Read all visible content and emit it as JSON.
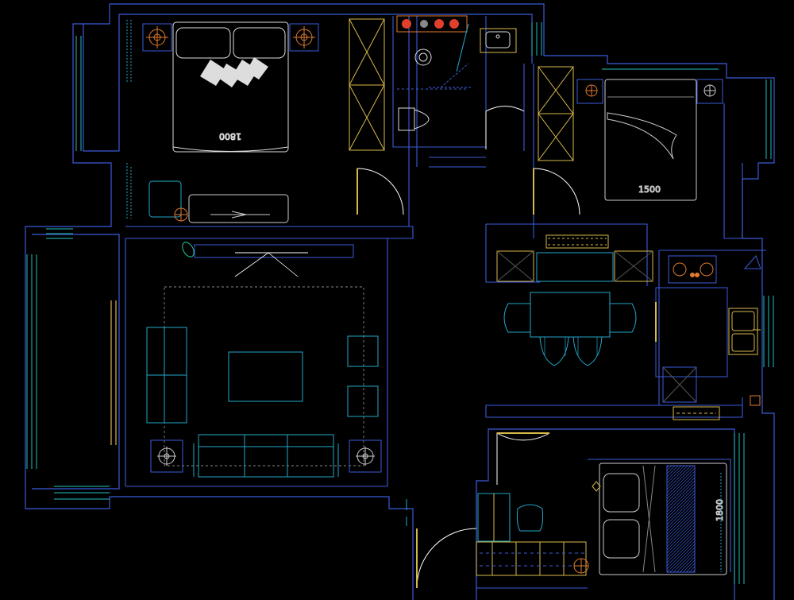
{
  "drawing": {
    "background": "#000000",
    "colors": {
      "wall": "#3b5bd9",
      "furniture": "#22a7c9",
      "cabinet": "#d8b84a",
      "appliance": "#e07a30",
      "accent_red": "#e0402c",
      "window": "#1e9b9b",
      "dim_text": "#e0402c"
    },
    "dimension_labels": {
      "master_bed": "1800",
      "second_bed": "1500",
      "third_bed": "1800"
    }
  }
}
